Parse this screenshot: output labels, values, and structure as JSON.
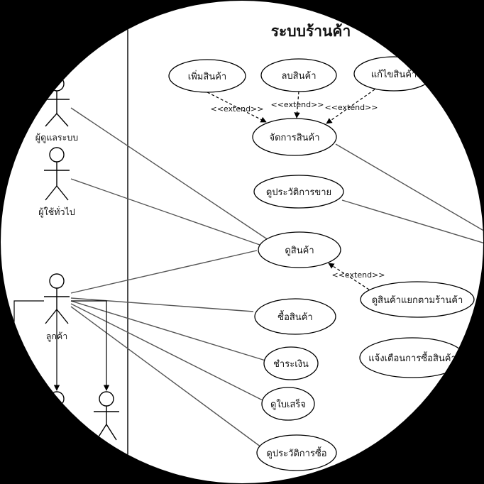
{
  "diagram": {
    "title": "ระบบร้านค้า",
    "actors": {
      "admin": "ผู้ดูแลระบบ",
      "guest": "ผู้ใช้ทั่วไป",
      "customer": "ลูกค้า",
      "child_a": "",
      "child_b": ""
    },
    "use_cases": {
      "add_product": "เพิ่มสินค้า",
      "delete_product": "ลบสินค้า",
      "edit_product": "แก้ไขสินค้า",
      "manage_product": "จัดการสินค้า",
      "sales_history": "ดูประวัติการขาย",
      "view_product": "ดูสินค้า",
      "view_by_store": "ดูสินค้าแยกตามร้านค้า",
      "buy_product": "ซื้อสินค้า",
      "pay": "ชำระเงิน",
      "purchase_notify": "แจ้งเตือนการซื้อสินค้า",
      "receipt": "ดูใบเสร็จ",
      "purchase_history": "ดูประวัติการซื้อ"
    },
    "stereotypes": {
      "extend_add": "<<extend>>",
      "extend_delete": "<<extend>>",
      "extend_edit": "<<extend>>",
      "extend_store": "<<extend>>"
    }
  }
}
